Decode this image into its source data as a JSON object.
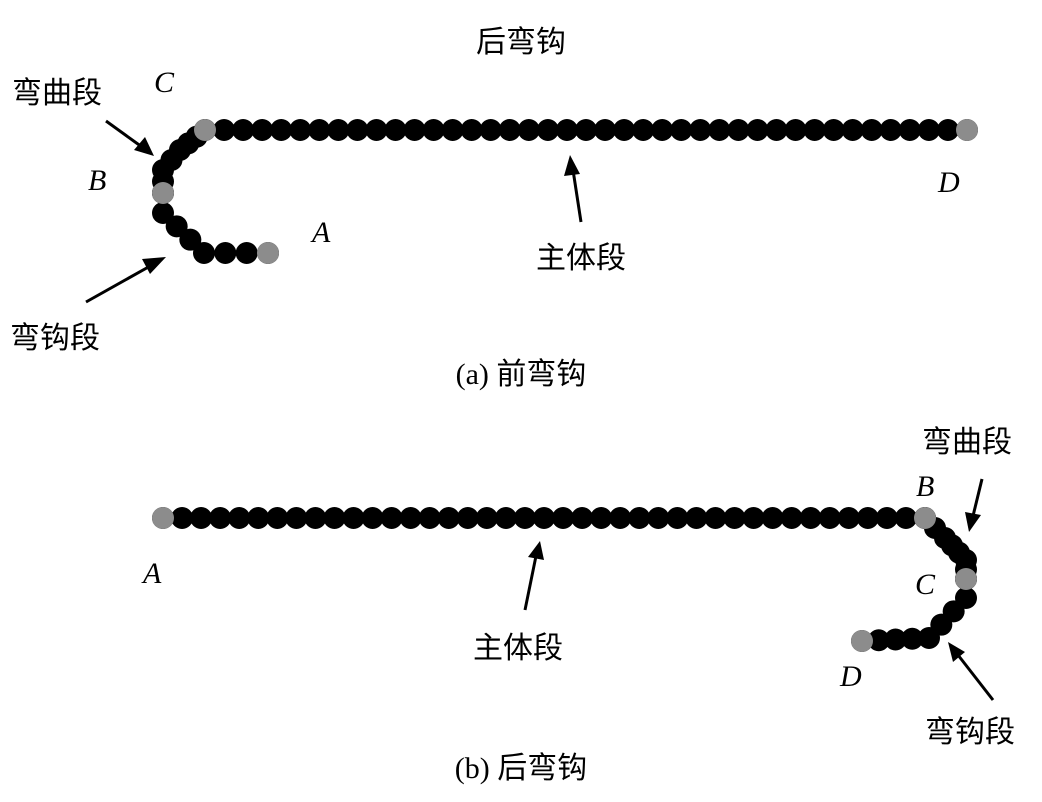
{
  "colors": {
    "bead": "#000000",
    "node": "#8c8c8c",
    "background": "#ffffff",
    "ink": "#000000"
  },
  "panel_a": {
    "top_label": "后弯钩",
    "caption": "(a) 前弯钩",
    "labels": {
      "bend": "弯曲段",
      "hook": "弯钩段",
      "body": "主体段"
    },
    "points": {
      "A": "A",
      "B": "B",
      "C": "C",
      "D": "D"
    }
  },
  "panel_b": {
    "caption": "(b) 后弯钩",
    "labels": {
      "bend": "弯曲段",
      "hook": "弯钩段",
      "body": "主体段"
    },
    "points": {
      "A": "A",
      "B": "B",
      "C": "C",
      "D": "D"
    }
  }
}
